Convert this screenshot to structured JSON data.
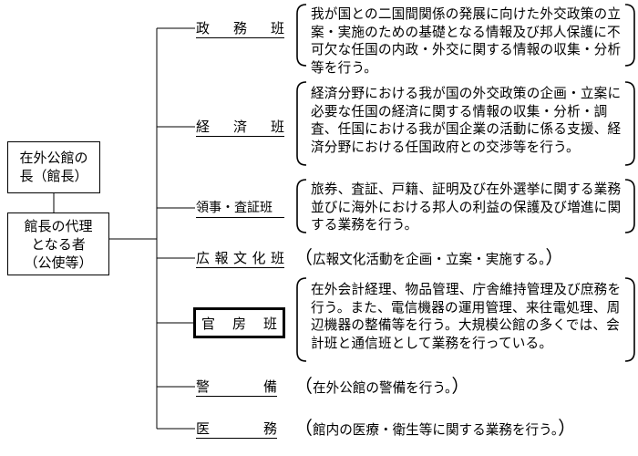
{
  "head": {
    "line1": "在外公館の",
    "line2": "長（館長）"
  },
  "deputy": {
    "line1": "館長の代理",
    "line2": "となる者",
    "line3": "（公使等）"
  },
  "teams": [
    {
      "name": "政務班",
      "chars": [
        "政",
        "務",
        "班"
      ],
      "description": "我が国との二国間関係の発展に向けた外交政策の立案・実施のための基礎となる情報及び邦人保護に不可欠な任国の内政・外交に関する情報の収集・分析等を行う。"
    },
    {
      "name": "経済班",
      "chars": [
        "経",
        "済",
        "班"
      ],
      "description": "経済分野における我が国の外交政策の企画・立案に必要な任国の経済に関する情報の収集・分析・調査、任国における我が国企業の活動に係る支援、経済分野における任国政府との交渉等を行う。"
    },
    {
      "name": "領事・査証班",
      "chars": [
        "領事・査証班"
      ],
      "description": "旅券、査証、戸籍、証明及び在外選挙に関する業務並びに海外における邦人の利益の保護及び増進に関する業務を行う。"
    },
    {
      "name": "広報文化班",
      "chars": [
        "広",
        "報",
        "文",
        "化",
        "班"
      ],
      "description": "広報文化活動を企画・立案・実施する。"
    },
    {
      "name": "官房班",
      "chars": [
        "官",
        "房",
        "班"
      ],
      "description": "在外会計経理、物品管理、庁舎維持管理及び庶務を行う。また、電信機器の運用管理、来往電処理、周辺機器の整備等を行う。大規模公館の多くでは、会計班と通信班として業務を行っている。"
    },
    {
      "name": "警備",
      "chars": [
        "警",
        "備"
      ],
      "description": "在外公館の警備を行う。"
    },
    {
      "name": "医務",
      "chars": [
        "医",
        "務"
      ],
      "description": "館内の医療・衛生等に関する業務を行う。"
    }
  ]
}
